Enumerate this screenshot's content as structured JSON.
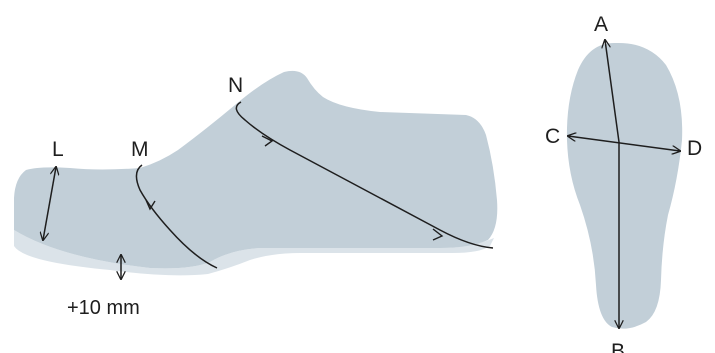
{
  "colors": {
    "shoe_body": "#c2cfd8",
    "sole": "#dbe3e9",
    "line": "#1e1e1e",
    "background": "#ffffff"
  },
  "labels": {
    "L": "L",
    "M": "M",
    "N": "N",
    "A": "A",
    "B": "B",
    "C": "C",
    "D": "D"
  },
  "note": "+10 mm"
}
